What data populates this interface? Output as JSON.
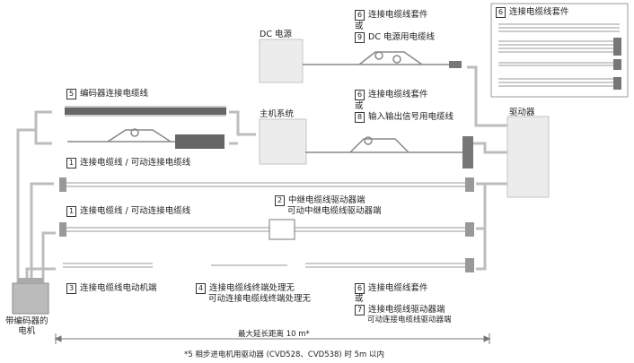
{
  "devices": {
    "dc_power": "DC 电源",
    "host_system": "主机系统",
    "driver": "驱动器",
    "motor": "带编码器的\n电机"
  },
  "cables": {
    "c6_top": {
      "num": "6",
      "text": "连接电缆线套件"
    },
    "or_top": "或",
    "c9_top": {
      "num": "9",
      "text": "DC 电源用电缆线"
    },
    "c6_box": {
      "num": "6",
      "text": "连接电缆线套件"
    },
    "c5": {
      "num": "5",
      "text": "编码器连接电缆线"
    },
    "c6_mid": {
      "num": "6",
      "text": "连接电缆线套件"
    },
    "or_mid": "或",
    "c8_mid": {
      "num": "8",
      "text": "输入输出信号用电缆线"
    },
    "c1_a": {
      "num": "1",
      "text": "连接电缆线 / 可动连接电缆线"
    },
    "c2": {
      "num": "2",
      "text": "中继电缆线驱动器端",
      "text2": "可动中继电缆线驱动器端"
    },
    "c1_b": {
      "num": "1",
      "text": "连接电缆线 / 可动连接电缆线"
    },
    "c3": {
      "num": "3",
      "text": "连接电缆线电动机端"
    },
    "c4": {
      "num": "4",
      "text": "连接电缆线终端处理无",
      "text2": "可动连接电缆线终端处理无"
    },
    "c6_bot": {
      "num": "6",
      "text": "连接电缆线套件"
    },
    "or_bot": "或",
    "c7": {
      "num": "7",
      "text": "连接电缆线驱动器端",
      "text2": "可动连接电缆线驱动器端"
    }
  },
  "distance": "最大延长距离 10 m*",
  "footnote": "*5 相步进电机用驱动器 (CVD528、CVD538) 时 5m 以内",
  "colors": {
    "line": "#bdbdbd",
    "box": "#ececec",
    "cable": "#888888"
  }
}
